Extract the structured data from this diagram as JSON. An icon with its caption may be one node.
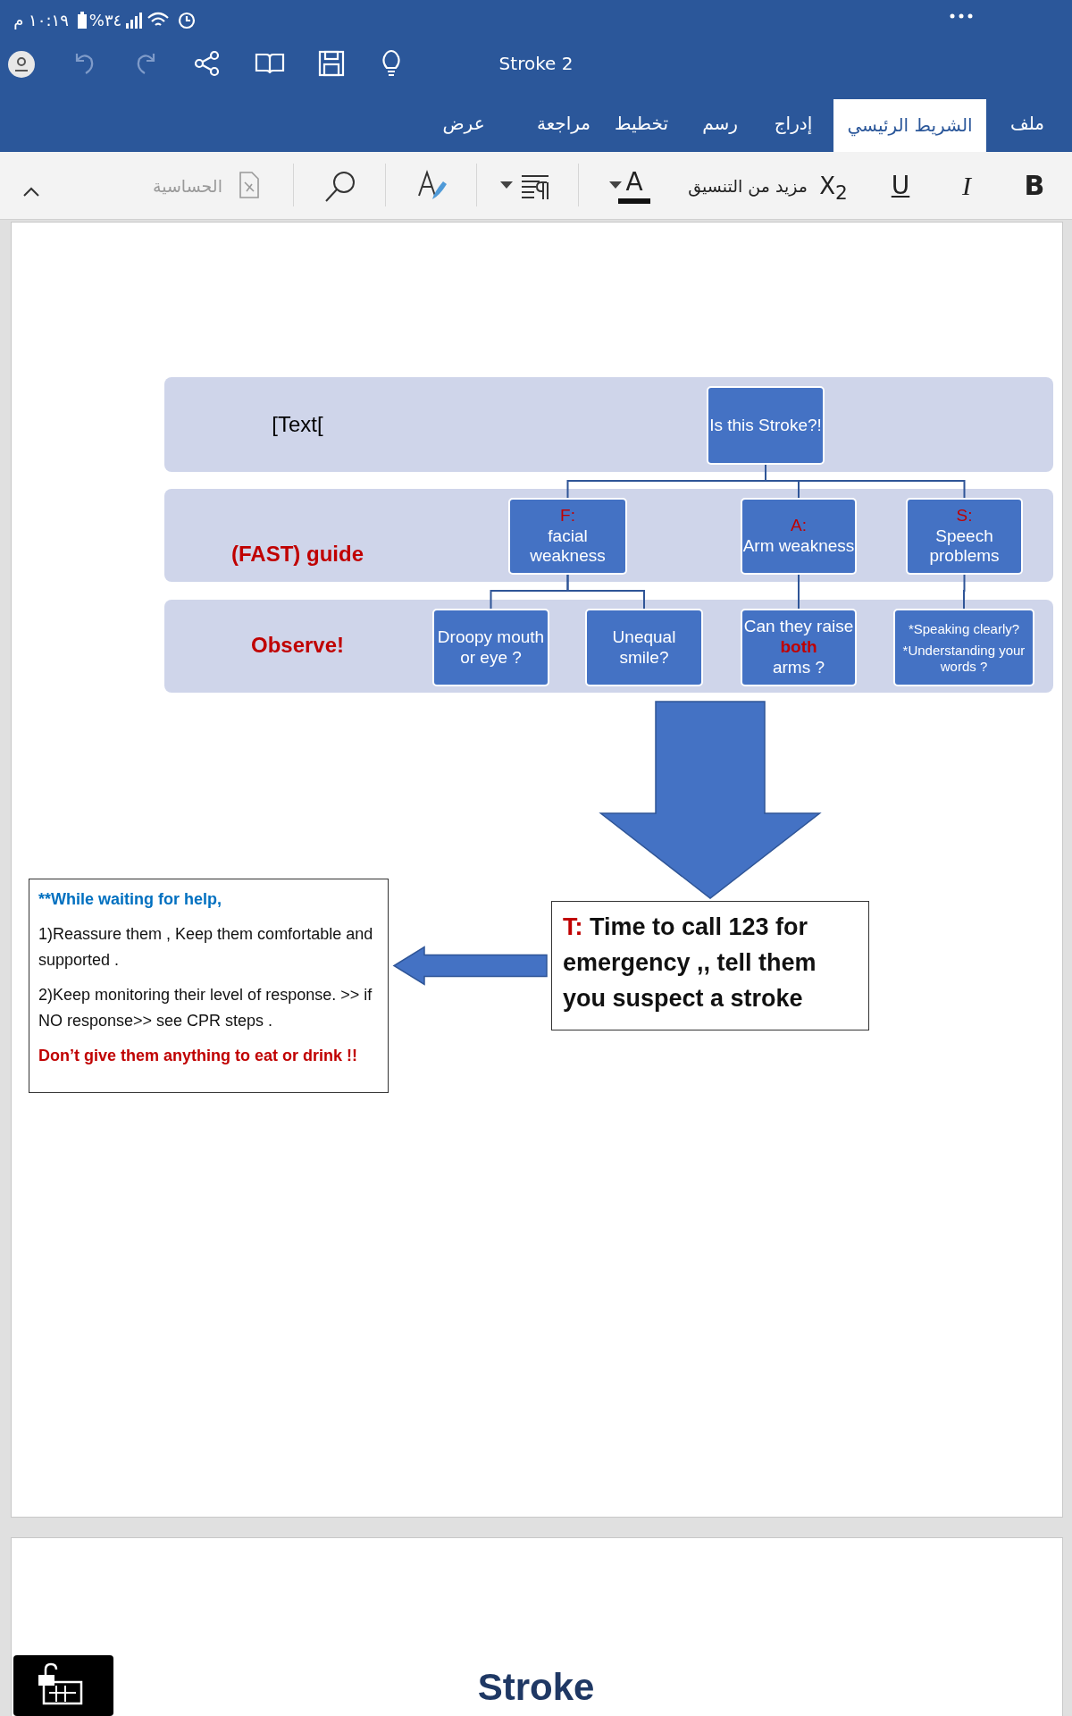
{
  "diagram": {
    "nodes": [
      {
        "text": [
          "[Text["
        ]
      },
      {
        "text": [
          "Is this Stroke?!"
        ],
        "in": 0
      },
      {
        "text": [
          "(FAST) guide"
        ]
      },
      {
        "text": [
          "**F:** facial weakness"
        ],
        "in": 2
      },
      {
        "text": [
          "**A:** Arm weakness"
        ],
        "in": 2
      },
      {
        "text": [
          "**S:** Speech problems"
        ],
        "in": 2
      },
      {
        "text": [
          "Observe!"
        ]
      },
      {
        "text": [
          "Droopy mouth or eye ?"
        ],
        "in": 6
      },
      {
        "text": [
          "Unequal smile?"
        ],
        "in": 6
      },
      {
        "text": [
          "Can they raise **both** arms ?"
        ],
        "in": 6
      },
      {
        "text": [
          "*Speaking clearly?",
          "*Understanding your words ?"
        ],
        "in": 6
      },
      {
        "text": [
          "**T:** Time to call 123 for emergency ,, tell them you suspect a stroke"
        ]
      },
      {
        "text": [
          "**While waiting for help,",
          "1)Reassure them , Keep them comfortable and supported .",
          "2)Keep monitoring their level of response. >> if NO response>> see CPR steps .",
          "Don’t give them anything to eat or drink !!"
        ]
      }
    ],
    "edges": [
      {
        "from": 1,
        "to": 3,
        "arrow": "none"
      },
      {
        "from": 1,
        "to": 4,
        "arrow": "none"
      },
      {
        "from": 1,
        "to": 5,
        "arrow": "none"
      },
      {
        "from": 3,
        "to": 7,
        "arrow": "none"
      },
      {
        "from": 3,
        "to": 8,
        "arrow": "none"
      },
      {
        "from": 4,
        "to": 9,
        "arrow": "none"
      },
      {
        "from": 5,
        "to": 10,
        "arrow": "none"
      },
      {
        "from": 6,
        "to": 11,
        "arrow": "to",
        "style": "thick"
      },
      {
        "from": 11,
        "to": 12,
        "arrow": "to",
        "style": "thick"
      }
    ],
    "labels": [
      "١٠:١٩ م",
      "%٣٤",
      "Stroke 2",
      "ملف",
      "الشريط الرئيسي",
      "إدراج",
      "رسم",
      "تخطيط",
      "مراجعة",
      "عرض",
      "B",
      "I",
      "U",
      "X$_{2}$",
      "مزيد من التنسيق",
      "A",
      "الحساسية",
      "Stroke"
    ]
  }
}
